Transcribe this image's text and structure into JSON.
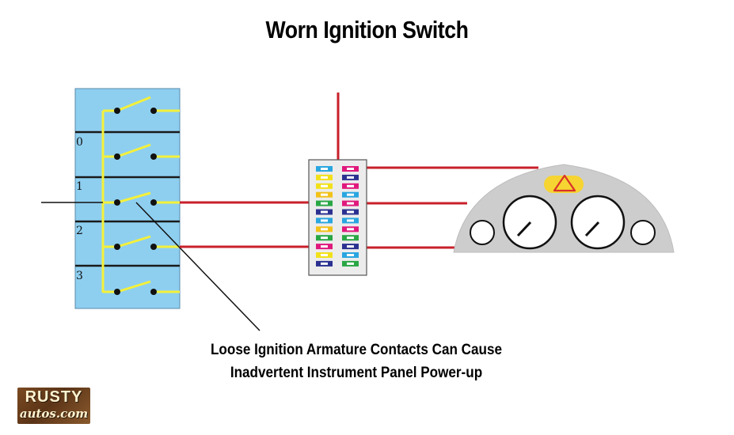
{
  "title": "Worn Ignition Switch",
  "switch_positions": [
    "0",
    "1",
    "2",
    "3"
  ],
  "caption": {
    "line1": "Loose Ignition Armature Contacts Can Cause",
    "line2": "Inadvertent Instrument Panel Power-up"
  },
  "logo": {
    "line1": "RUSTY",
    "line2": "autos.com"
  },
  "fuse_colors": [
    [
      "#2aa6e0",
      "#e0197d"
    ],
    [
      "#f2e11a",
      "#2b3190"
    ],
    [
      "#f2e11a",
      "#e0197d"
    ],
    [
      "#f2c21a",
      "#2aa6e0"
    ],
    [
      "#2aa745",
      "#e0197d"
    ],
    [
      "#2b3190",
      "#2b3190"
    ],
    [
      "#2aa6e0",
      "#2aa6e0"
    ],
    [
      "#f2c21a",
      "#e0197d"
    ],
    [
      "#2aa745",
      "#2aa745"
    ],
    [
      "#e0197d",
      "#2b3190"
    ],
    [
      "#f2e11a",
      "#2aa6e0"
    ],
    [
      "#2b3190",
      "#2aa745"
    ]
  ],
  "colors": {
    "switch_body": "#8ecff0",
    "wire_yellow": "#f4f03a",
    "wire_red": "#c8202a",
    "panel_gray": "#cdcdcd",
    "warning_lamp": "#f6d431",
    "warning_triangle": "#d8322a"
  },
  "icons": {
    "warning": "warning-triangle-icon"
  }
}
